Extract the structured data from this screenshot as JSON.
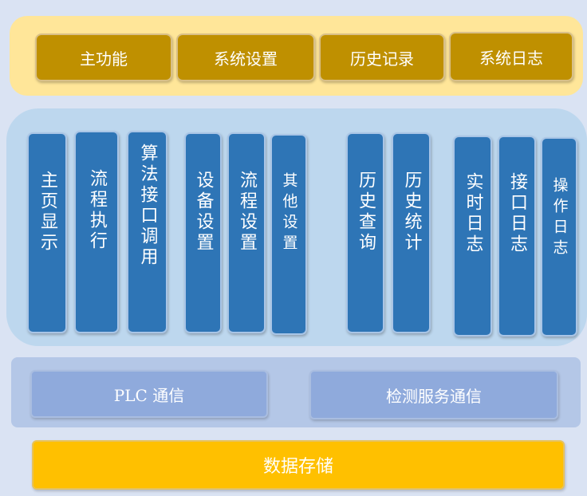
{
  "top_menu": [
    "主功能",
    "系统设置",
    "历史记录",
    "系统日志"
  ],
  "modules": [
    "主页显示",
    "流程执行",
    "算法接口调用",
    "设备设置",
    "流程设置",
    "其他设置",
    "历史查询",
    "历史统计",
    "实时日志",
    "接口日志",
    "操作日志"
  ],
  "communication": [
    "PLC 通信",
    "检测服务通信"
  ],
  "storage": "数据存储",
  "colors": {
    "background": "#dae3f3",
    "top_band": "#ffe699",
    "menu_button": "#bf9000",
    "module_band": "#bdd7ee",
    "module_column": "#2e75b6",
    "comm_band": "#b4c7e7",
    "comm_box": "#8faadc",
    "storage_box": "#ffc000"
  }
}
